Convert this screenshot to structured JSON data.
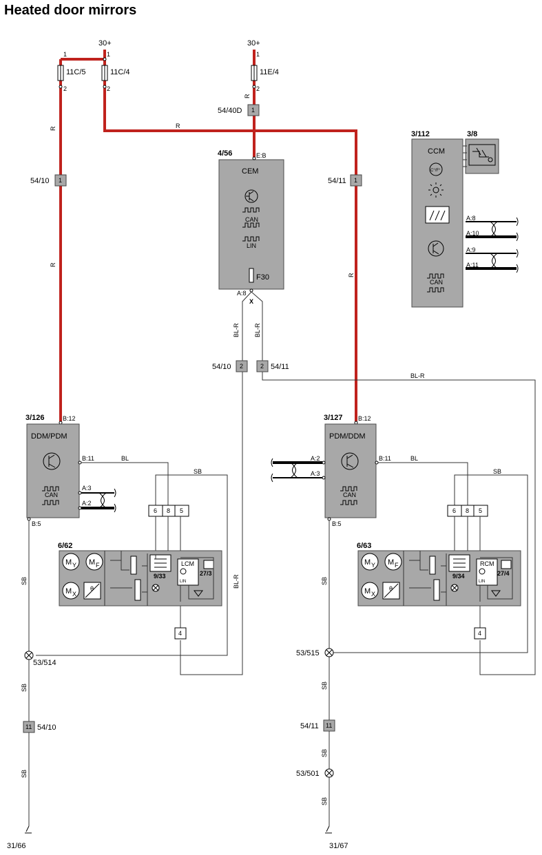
{
  "title": "Heated door mirrors",
  "power": {
    "left": "30+",
    "right": "30+",
    "pin1": "1",
    "pin2": "2"
  },
  "fuses": {
    "f11c5": "11C/5",
    "f11c4": "11C/4",
    "f11e4": "11E/4",
    "f30": "F30"
  },
  "connectors": {
    "c54_40d": "54/40D",
    "c54_10": "54/10",
    "c54_11": "54/11",
    "c53_514": "53/514",
    "c53_515": "53/515",
    "c53_501": "53/501",
    "c31_66": "31/66",
    "c31_67": "31/67",
    "pin_1": "1",
    "pin_2": "2",
    "pin_11": "11",
    "pin_4": "4",
    "pin_6": "6",
    "pin_8": "8",
    "pin_5": "5"
  },
  "wire_colors": {
    "r": "R",
    "bl": "BL",
    "blr": "BL-R",
    "sb": "SB",
    "red_hex": "#c0221d"
  },
  "cem": {
    "ref": "4/56",
    "name": "CEM",
    "pin_eb": "E:B",
    "pin_a8": "A:8",
    "can": "CAN",
    "lin": "LIN",
    "x": "X"
  },
  "ccm": {
    "ref": "3/112",
    "name": "CCM",
    "ref2": "3/8",
    "temp": "C°/F°",
    "can": "CAN",
    "pins": [
      "A:8",
      "A:10",
      "A:9",
      "A:11"
    ]
  },
  "ddm": {
    "ref": "3/126",
    "name": "DDM/PDM",
    "pin_b12": "B:12",
    "pin_b11": "B:11",
    "pin_a3": "A:3",
    "pin_a2": "A:2",
    "pin_b5": "B:5",
    "can": "CAN"
  },
  "pdm": {
    "ref": "3/127",
    "name": "PDM/DDM",
    "pin_b12": "B:12",
    "pin_b11": "B:11",
    "pin_a2": "A:2",
    "pin_a3": "A:3",
    "pin_b5": "B:5",
    "can": "CAN"
  },
  "mirror_left": {
    "ref": "6/62",
    "motor_y": "M",
    "motor_f": "M",
    "motor_x": "M",
    "sub_y": "Y",
    "sub_f": "F",
    "sub_x": "X",
    "theta": "θ",
    "heater": "9/33",
    "module": "LCM",
    "lin": "LIN",
    "lamp": "27/3"
  },
  "mirror_right": {
    "ref": "6/63",
    "motor_y": "M",
    "motor_f": "M",
    "motor_x": "M",
    "sub_y": "Y",
    "sub_f": "F",
    "sub_x": "X",
    "theta": "θ",
    "heater": "9/34",
    "module": "RCM",
    "lin": "LIN",
    "lamp": "27/4"
  }
}
